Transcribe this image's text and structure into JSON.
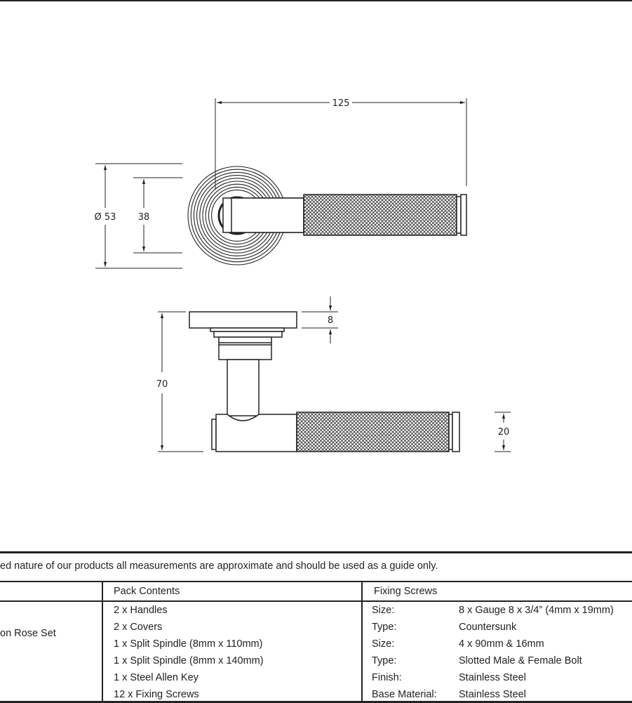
{
  "drawing": {
    "dimensions": {
      "length": "125",
      "rose_diameter": "Ø 53",
      "inner": "38",
      "rose_thickness": "8",
      "projection": "70",
      "grip": "20"
    }
  },
  "disclaimer": "ed nature of our products all measurements are approximate and should be used as a guide only.",
  "table": {
    "col1_label": "on Rose Set",
    "pack_header": "Pack Contents",
    "screws_header": "Fixing Screws",
    "pack_contents": [
      "2 x Handles",
      "2 x Covers",
      "1 x Split Spindle (8mm x 110mm)",
      "1 x Split Spindle (8mm x 140mm)",
      "1 x Steel Allen Key",
      "12 x Fixing Screws"
    ],
    "specs": [
      {
        "label": "Size:",
        "value": "8 x Gauge 8 x 3/4” (4mm x 19mm)"
      },
      {
        "label": "Type:",
        "value": "Countersunk"
      },
      {
        "label": "Size:",
        "value": "4 x 90mm & 16mm"
      },
      {
        "label": "Type:",
        "value": "Slotted Male & Female Bolt"
      },
      {
        "label": "Finish:",
        "value": "Stainless Steel"
      },
      {
        "label": "Base Material:",
        "value": "Stainless Steel"
      }
    ]
  }
}
